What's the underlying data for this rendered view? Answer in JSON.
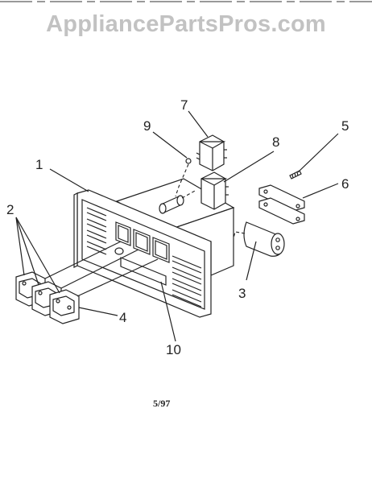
{
  "watermark": "AppliancePartsPros.com",
  "diagram_code": "5/97",
  "callouts": [
    {
      "id": "1",
      "label": "1"
    },
    {
      "id": "2",
      "label": "2"
    },
    {
      "id": "3",
      "label": "3"
    },
    {
      "id": "4",
      "label": "4"
    },
    {
      "id": "5",
      "label": "5"
    },
    {
      "id": "6",
      "label": "6"
    },
    {
      "id": "7",
      "label": "7"
    },
    {
      "id": "8",
      "label": "8"
    },
    {
      "id": "9",
      "label": "9"
    },
    {
      "id": "10",
      "label": "10"
    }
  ]
}
